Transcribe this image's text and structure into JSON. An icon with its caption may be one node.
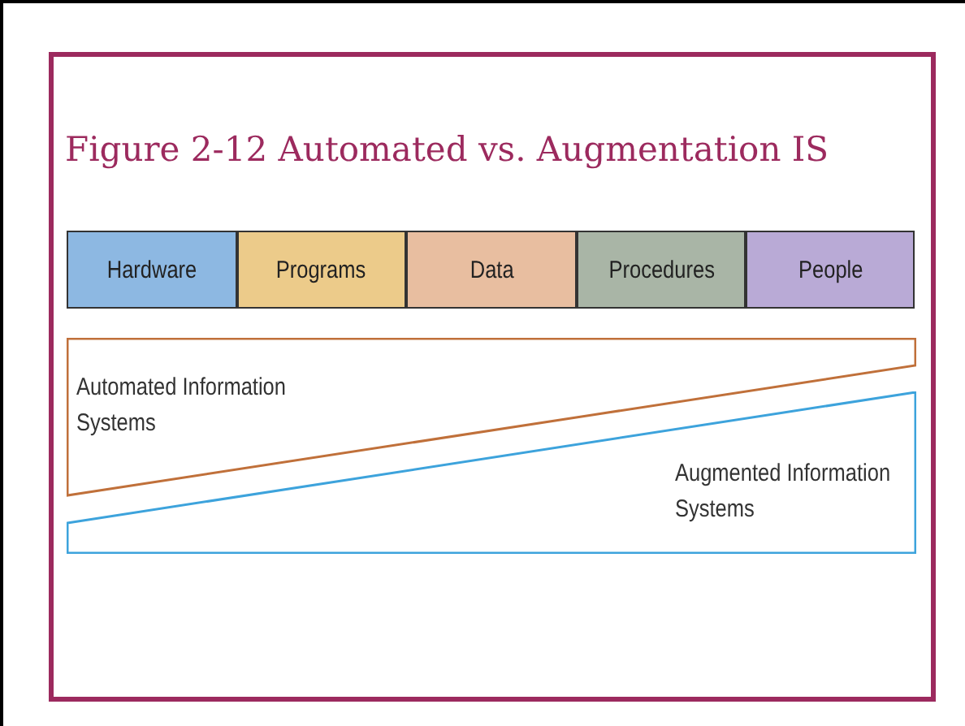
{
  "diagram": {
    "title": "Figure 2-12 Automated vs. Augmentation IS",
    "nodes": [
      {
        "text": [
          "Hardware"
        ]
      },
      {
        "text": [
          "Programs"
        ]
      },
      {
        "text": [
          "Data"
        ]
      },
      {
        "text": [
          "Procedures"
        ]
      },
      {
        "text": [
          "People"
        ]
      },
      {
        "text": [
          "Automated Information Systems"
        ]
      },
      {
        "text": [
          "Augmented Information Systems"
        ]
      }
    ]
  }
}
